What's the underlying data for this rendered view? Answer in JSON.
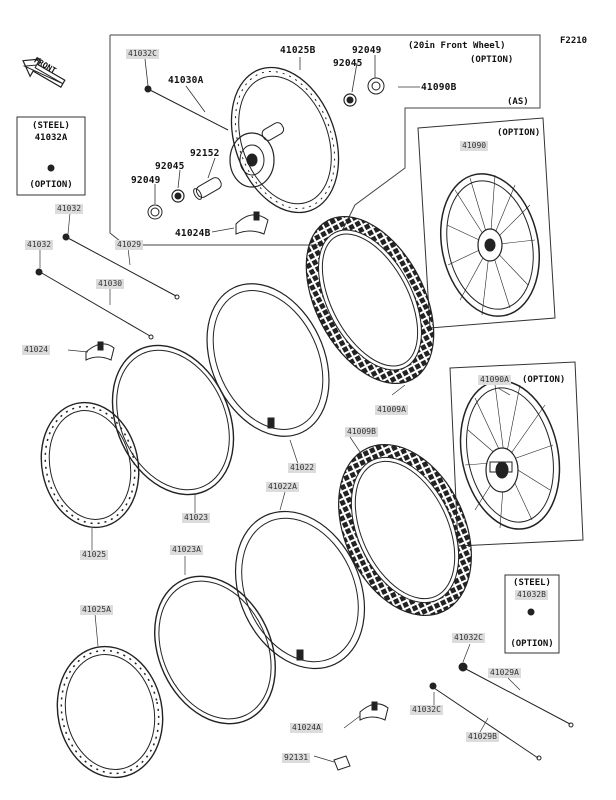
{
  "diagram": {
    "page_code": "F2210",
    "front_arrow": "FRONT",
    "box_top": {
      "title": "(20in Front Wheel)",
      "option": "(OPTION)",
      "as": "(AS)"
    },
    "box_steel_left": {
      "line1": "(STEEL)",
      "part": "41032A",
      "line3": "(OPTION)"
    },
    "box_steel_right": {
      "line1": "(STEEL)",
      "part": "41032B",
      "line3": "(OPTION)"
    },
    "option_wheel_1": "(OPTION)",
    "option_wheel_2": "(OPTION)",
    "labels": {
      "p41032C_top": "41032C",
      "p41030A": "41030A",
      "p41025B": "41025B",
      "p92049_a": "92049",
      "p92045_a": "92045",
      "p41090B": "41090B",
      "p92152": "92152",
      "p92045_b": "92045",
      "p92049_b": "92049",
      "p41024B": "41024B",
      "p41090": "41090",
      "p41032_a": "41032",
      "p41032_b": "41032",
      "p41029": "41029",
      "p41030": "41030",
      "p41024": "41024",
      "p41009A": "41009A",
      "p41009B": "41009B",
      "p41090A": "41090A",
      "p41022": "41022",
      "p41022A": "41022A",
      "p41023": "41023",
      "p41025": "41025",
      "p41023A": "41023A",
      "p41025A": "41025A",
      "p41032C_b": "41032C",
      "p41029A": "41029A",
      "p41032C_c": "41032C",
      "p41029B": "41029B",
      "p41024A": "41024A",
      "p92131": "92131"
    }
  }
}
